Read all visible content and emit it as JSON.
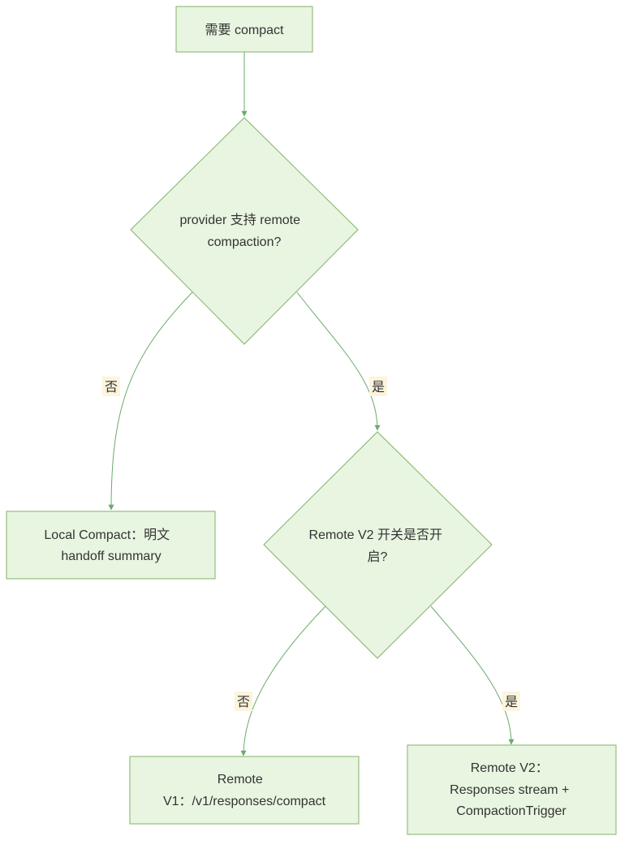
{
  "colors": {
    "node_fill": "#e8f5e1",
    "node_stroke": "#82b366",
    "edge": "#6aaa6a",
    "label_bg": "#fdf4dc",
    "text": "#333333"
  },
  "nodes": {
    "start": {
      "lines": [
        "需要 compact"
      ]
    },
    "decision_provider": {
      "lines": [
        "provider 支持 remote",
        "compaction?"
      ]
    },
    "local_compact": {
      "lines": [
        "Local Compact：明文",
        "handoff summary"
      ]
    },
    "decision_v2": {
      "lines": [
        "Remote V2 开关是否开",
        "启?"
      ]
    },
    "remote_v1": {
      "lines": [
        "Remote",
        "V1：/v1/responses/compact"
      ]
    },
    "remote_v2": {
      "lines": [
        "Remote V2：",
        "Responses stream +",
        "CompactionTrigger"
      ]
    }
  },
  "edges": {
    "provider_no": {
      "label": "否"
    },
    "provider_yes": {
      "label": "是"
    },
    "v2_no": {
      "label": "否"
    },
    "v2_yes": {
      "label": "是"
    }
  }
}
